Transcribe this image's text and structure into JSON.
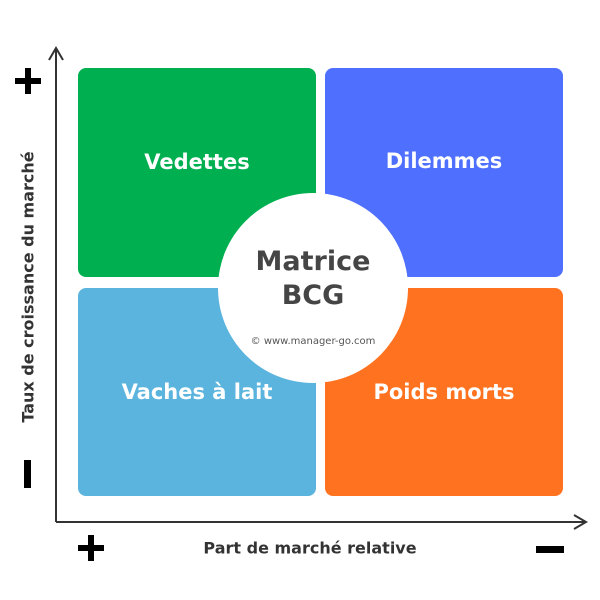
{
  "quadrants": {
    "top_left": {
      "label": "Vedettes",
      "color": "#00B050"
    },
    "top_right": {
      "label": "Dilemmes",
      "color": "#4F6FFF"
    },
    "bottom_left": {
      "label": "Vaches à lait",
      "color": "#5AB4DE"
    },
    "bottom_right": {
      "label": "Poids morts",
      "color": "#FF7320"
    }
  },
  "center": {
    "title_line1": "Matrice",
    "title_line2": "BCG",
    "credit": "© www.manager-go.com"
  },
  "axes": {
    "y_label": "Taux de croissance du marché",
    "x_label": "Part de marché relative",
    "y_top_sign": "plus-sign",
    "y_bottom_sign": "minus-sign",
    "x_left_sign": "plus-sign",
    "x_right_sign": "minus-sign"
  }
}
